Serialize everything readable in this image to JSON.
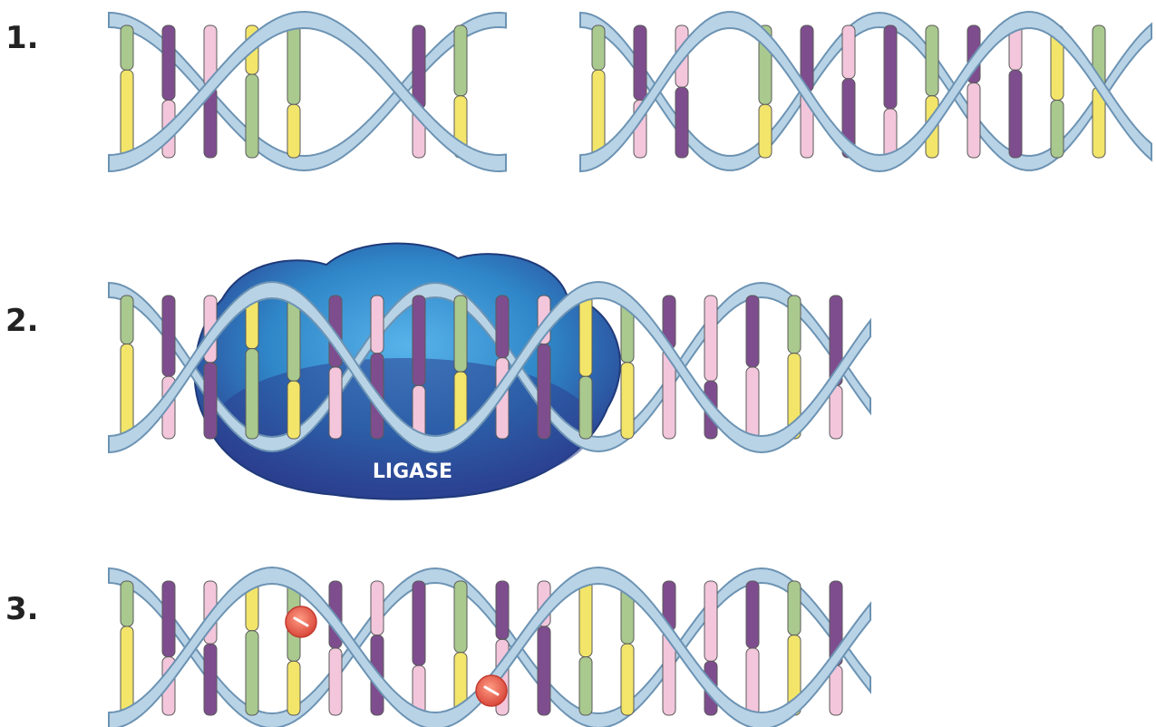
{
  "steps": [
    {
      "number": "1."
    },
    {
      "number": "2."
    },
    {
      "number": "3."
    }
  ],
  "enzyme": {
    "label": "LIGASE"
  },
  "colors": {
    "backbone_fill": "#b9d3e6",
    "backbone_stroke": "#6c93b3",
    "green": "#a9c98f",
    "yellow": "#f2e56a",
    "purple": "#7e4d8e",
    "pink": "#f3c6dc",
    "ligase_light": "#2f86c8",
    "ligase_dark": "#2b3f8f",
    "marker": "#e8624c"
  },
  "icons": {
    "nick_seal": "red-seal-dot-icon"
  }
}
